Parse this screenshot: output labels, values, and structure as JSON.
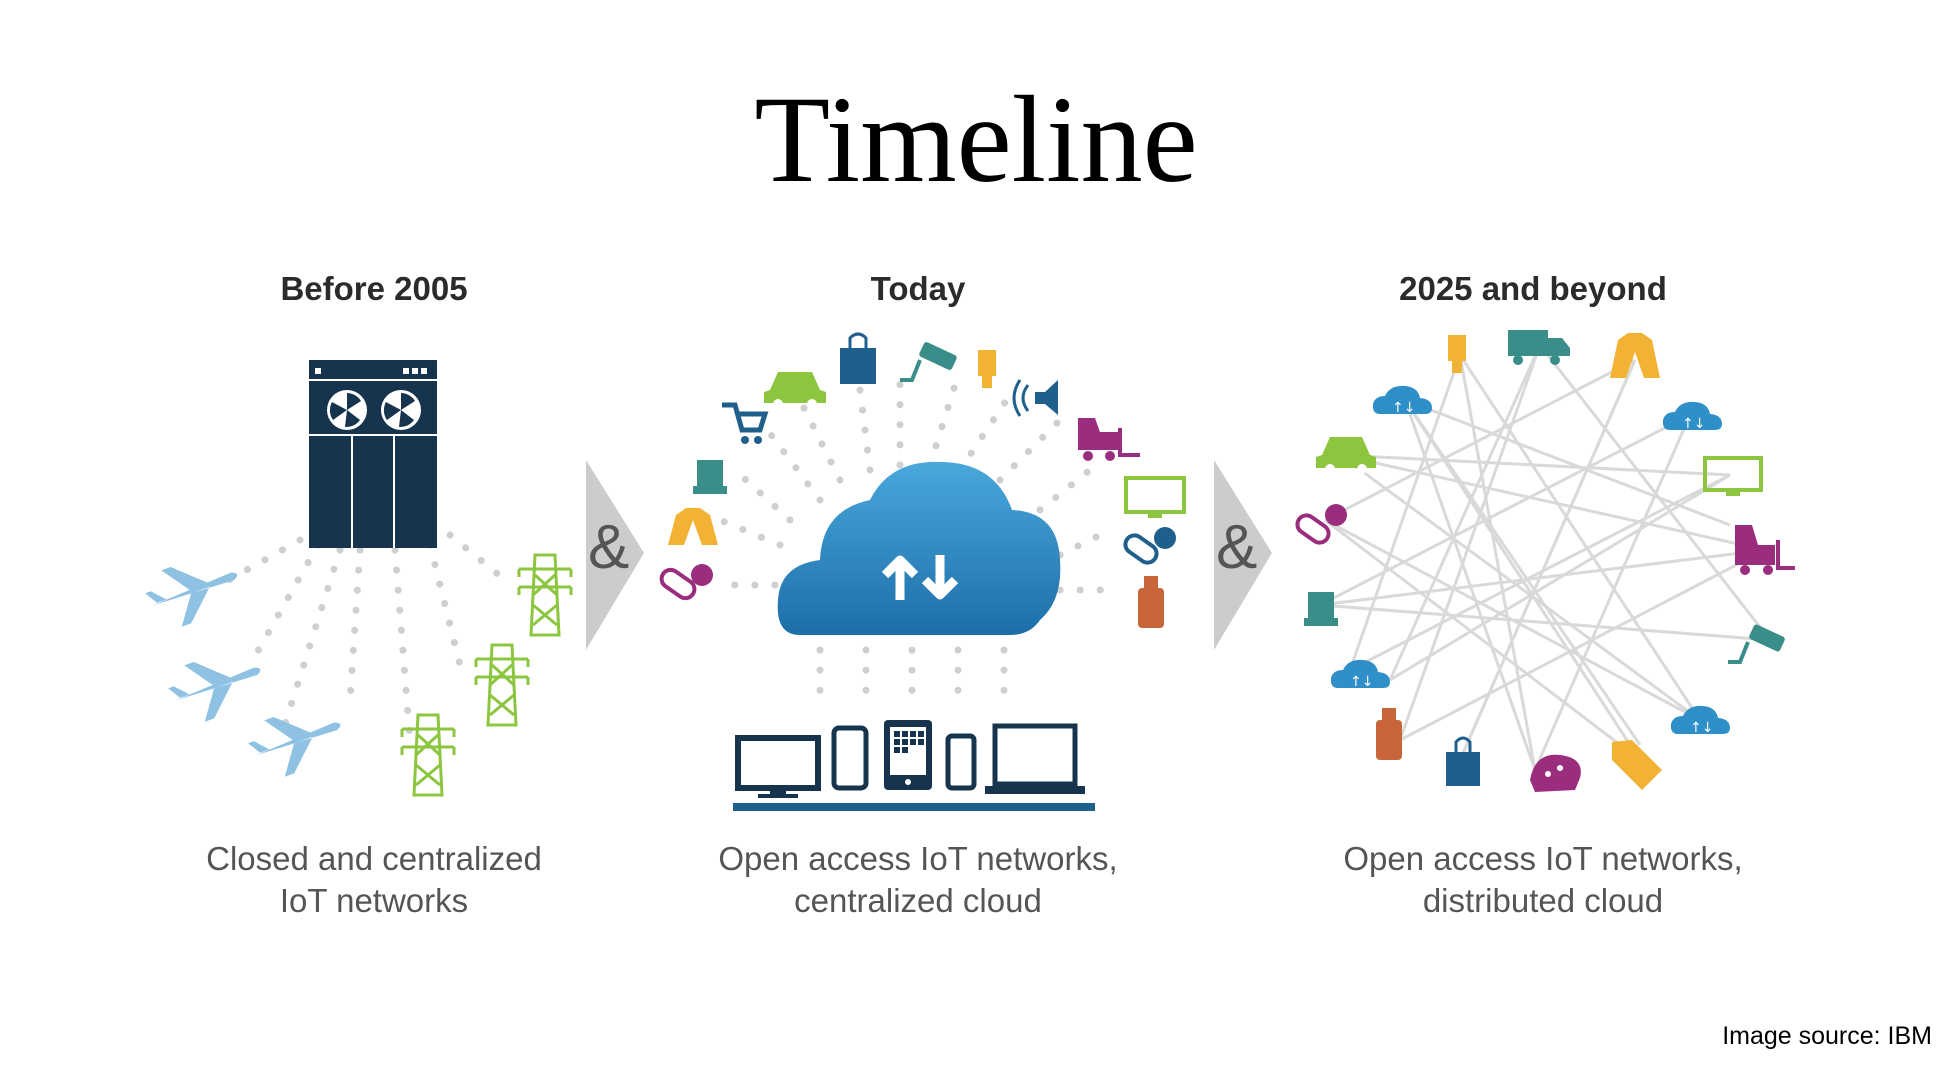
{
  "title": "Timeline",
  "panels": [
    {
      "heading": "Before 2005",
      "caption": [
        "Closed and centralized",
        "IoT networks"
      ]
    },
    {
      "heading": "Today",
      "caption": [
        "Open access IoT networks,",
        "centralized cloud"
      ]
    },
    {
      "heading": "2025 and beyond",
      "caption": [
        "Open access IoT networks,",
        "distributed cloud"
      ]
    }
  ],
  "separator": "&",
  "source": "Image source: IBM",
  "colors": {
    "navy": "#17344f",
    "lightblue": "#8fc1e3",
    "green": "#8cc63f",
    "teal": "#3a8e8a",
    "mustard": "#f2b233",
    "purple": "#9b2d7f",
    "cloud": "#2f8fc8",
    "grey": "#c9c9c9"
  }
}
